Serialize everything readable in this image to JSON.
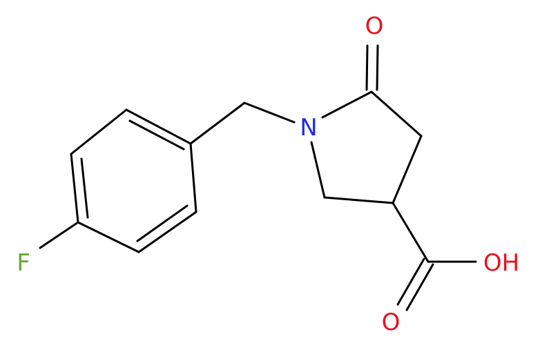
{
  "atoms": {
    "fluorine": {
      "symbol": "F",
      "color": "#6aa53a"
    },
    "nitrogen": {
      "symbol": "N",
      "color": "#1f2de0"
    },
    "ketone_oxygen": {
      "symbol": "O",
      "color": "#e8131f"
    },
    "hydroxyl": {
      "symbol": "OH",
      "color": "#e8131f"
    },
    "carbonyl_oxygen": {
      "symbol": "O",
      "color": "#e8131f"
    }
  },
  "bond_color": "#000000"
}
